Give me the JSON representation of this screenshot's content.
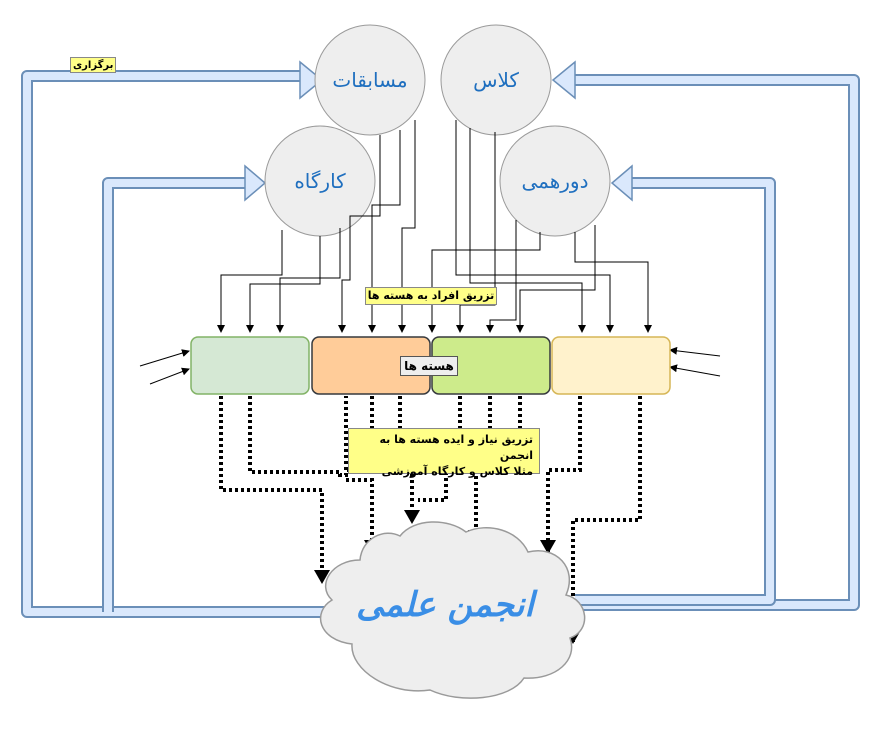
{
  "events": [
    {
      "id": "competitions",
      "label": "مسابقات"
    },
    {
      "id": "class",
      "label": "کلاس"
    },
    {
      "id": "workshop",
      "label": "کارگاه"
    },
    {
      "id": "gathering",
      "label": "دورهمی"
    }
  ],
  "society": {
    "label": "انجمن علمی"
  },
  "notes": {
    "holding": "برگزاری",
    "inject_members": "تزریق افراد به هسته ها",
    "cores": "هسته ها",
    "inject_needs_line1": "تزریق نیاز و ایده هسته ها به انجمن",
    "inject_needs_line2": "مثلا کلاس و کارگاه آموزشی"
  },
  "colors": {
    "core_green_light": "#d5e8d4",
    "core_orange": "#ffcc99",
    "core_green": "#cdeb8b",
    "core_yellow": "#fff2cc",
    "circle_fill": "#eeeeee",
    "pipe_fill": "#dae8fc",
    "label_blue": "#1f6fbf",
    "note_yellow": "#ffff88"
  }
}
